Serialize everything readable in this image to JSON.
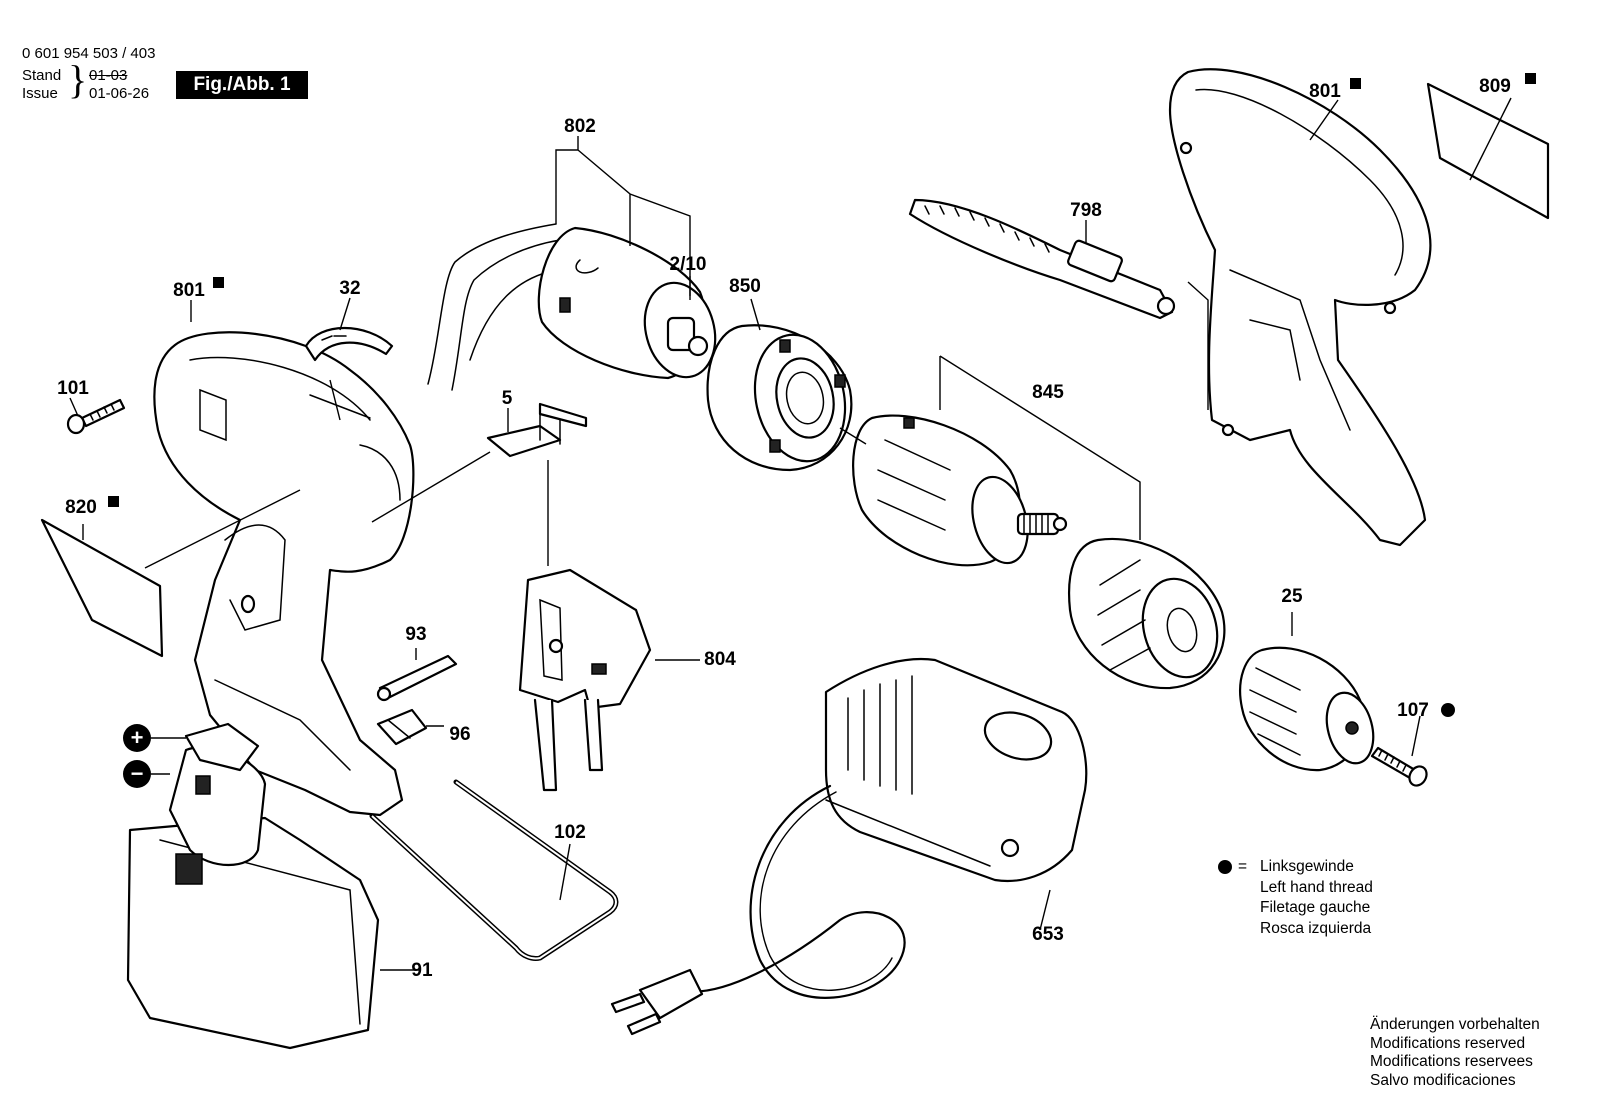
{
  "header": {
    "part_number": "0 601 954 503 / 403",
    "stand_label": "Stand",
    "issue_label": "Issue",
    "stand_value": "01-03",
    "issue_value": "01-06-26",
    "figure_badge": "Fig./Abb. 1"
  },
  "callouts": {
    "c802": "802",
    "c210": "2/10",
    "c850": "850",
    "c845": "845",
    "c801_top": "801",
    "c809": "809",
    "c798": "798",
    "c801_left": "801",
    "c32": "32",
    "c101": "101",
    "c5": "5",
    "c820": "820",
    "c93": "93",
    "c96": "96",
    "c804": "804",
    "c102": "102",
    "c91": "91",
    "c653": "653",
    "c25": "25",
    "c107": "107"
  },
  "battery_symbols": {
    "plus": "+",
    "minus": "−"
  },
  "legend": {
    "equals": "=",
    "lines": [
      "Linksgewinde",
      "Left hand thread",
      "Filetage gauche",
      "Rosca izquierda"
    ]
  },
  "modifications": [
    "Änderungen vorbehalten",
    "Modifications reserved",
    "Modifications reservees",
    "Salvo modificaciones"
  ]
}
